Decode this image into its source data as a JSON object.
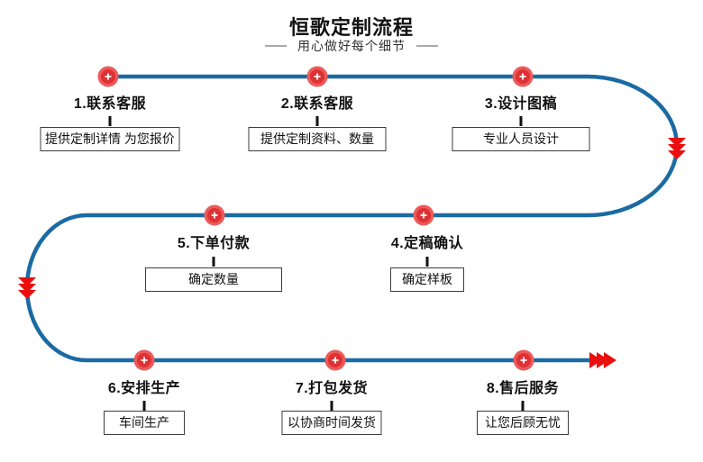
{
  "header": {
    "title": "恒歌定制流程",
    "subtitle": "用心做好每个细节"
  },
  "steps": [
    {
      "label": "1.联系客服",
      "note": "提供定制详情 为您报价"
    },
    {
      "label": "2.联系客服",
      "note": "提供定制资料、数量"
    },
    {
      "label": "3.设计图稿",
      "note": "专业人员设计"
    },
    {
      "label": "4.定稿确认",
      "note": "确定样板"
    },
    {
      "label": "5.下单付款",
      "note": "确定数量"
    },
    {
      "label": "6.安排生产",
      "note": "车间生产"
    },
    {
      "label": "7.打包发货",
      "note": "以协商时间发货"
    },
    {
      "label": "8.售后服务",
      "note": "让您后顾无忧"
    }
  ],
  "icons": {
    "marker": "plus-icon",
    "right_curve_arrow": "triple-chevron-down",
    "left_curve_arrow": "triple-chevron-down",
    "end_arrow": "triple-chevron-right"
  },
  "colors": {
    "path_blue": "#1b6ba3",
    "marker_red": "#de3134",
    "marker_ring": "#ec5a5a",
    "arrow_red": "#ea0e0e"
  }
}
